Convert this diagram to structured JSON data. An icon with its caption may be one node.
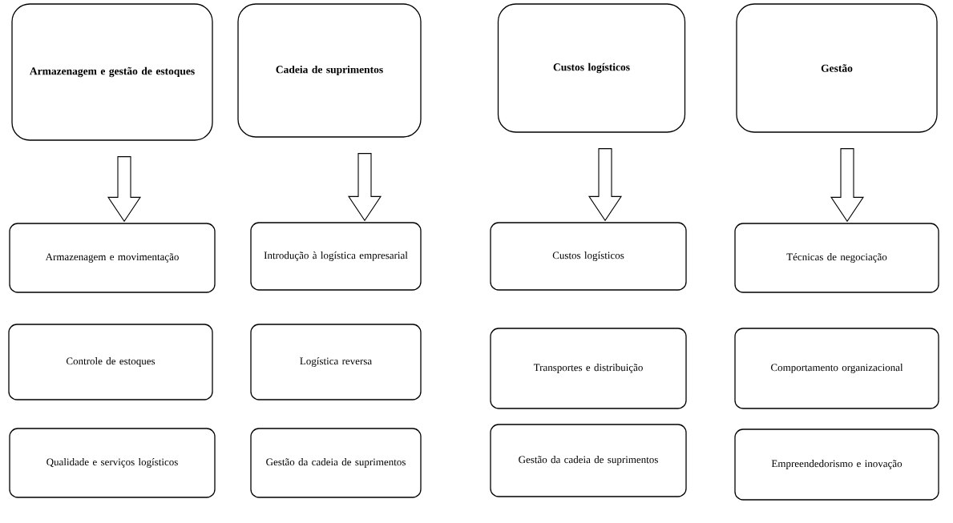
{
  "diagram": {
    "nodes": [
      {
        "text": [
          "Armazenagem e gestão de estoques"
        ]
      },
      {
        "text": [
          "Cadeia de suprimentos"
        ]
      },
      {
        "text": [
          "Custos logísticos"
        ]
      },
      {
        "text": [
          "Gestão"
        ]
      },
      {
        "text": [
          "Armazenagem e movimentação"
        ]
      },
      {
        "text": [
          "Introdução à logística empresarial"
        ]
      },
      {
        "text": [
          "Custos logísticos"
        ]
      },
      {
        "text": [
          "Técnicas de negociação"
        ]
      },
      {
        "text": [
          "Controle de estoques"
        ]
      },
      {
        "text": [
          "Logística reversa"
        ]
      },
      {
        "text": [
          "Transportes e distribuição"
        ]
      },
      {
        "text": [
          "Comportamento organizacional"
        ]
      },
      {
        "text": [
          "Qualidade e serviços logísticos"
        ]
      },
      {
        "text": [
          "Gestão da cadeia de suprimentos"
        ]
      },
      {
        "text": [
          "Gestão da cadeia de suprimentos"
        ]
      },
      {
        "text": [
          "Empreendedorismo e inovação"
        ]
      }
    ],
    "edges": [
      {
        "from": 0,
        "to": 4,
        "arrow": "to"
      },
      {
        "from": 1,
        "to": 5,
        "arrow": "to"
      },
      {
        "from": 2,
        "to": 6,
        "arrow": "to"
      },
      {
        "from": 3,
        "to": 7,
        "arrow": "to"
      }
    ]
  }
}
